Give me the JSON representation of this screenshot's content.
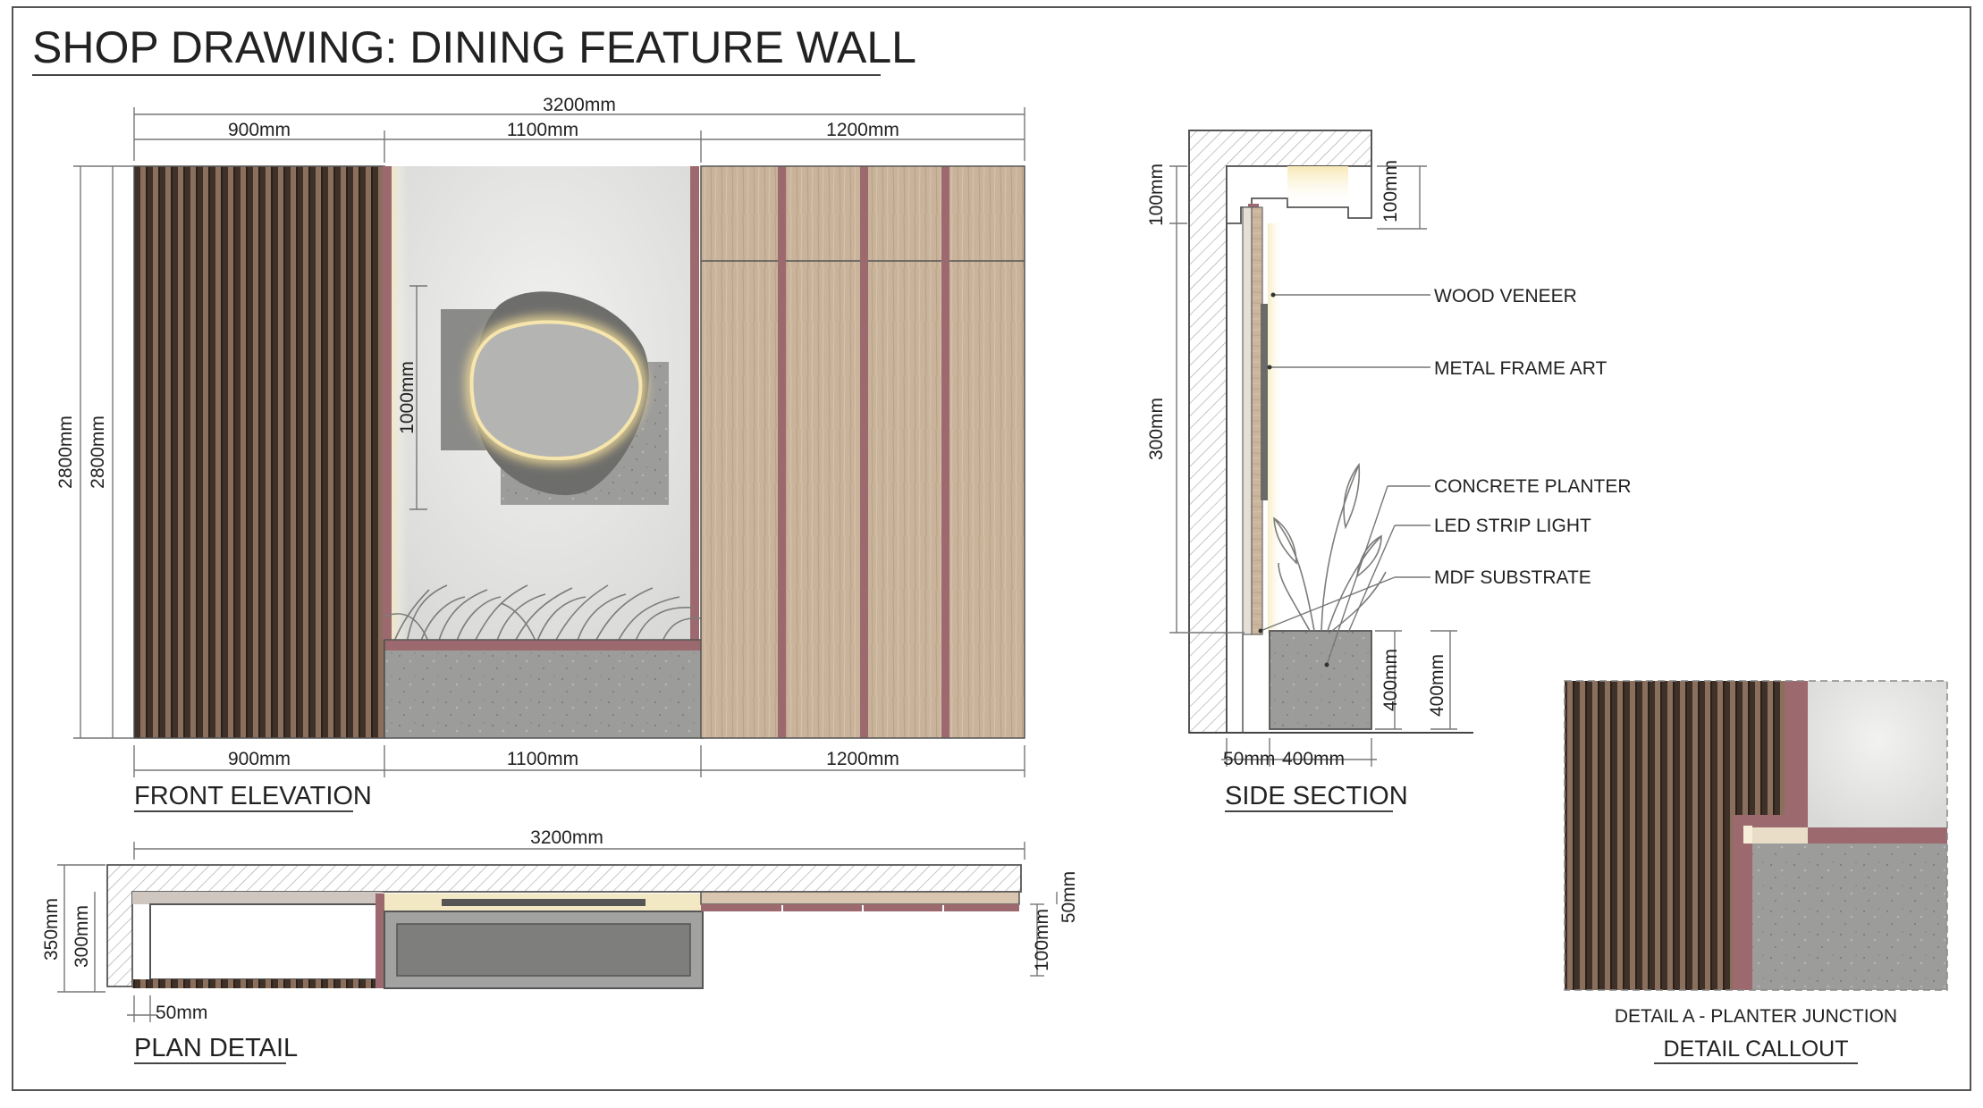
{
  "title": "SHOP DRAWING: DINING FEATURE WALL",
  "colors": {
    "slat_dark": "#4a3a30",
    "slat_light": "#8a6f5c",
    "plaster": "#e6e6e4",
    "oak": "#cbb59d",
    "reveal": "#9c6a6e",
    "concrete": "#9a9a98",
    "led_glow": "#f4e7b8",
    "hatch": "#999999"
  },
  "front_elevation": {
    "heading": "FRONT ELEVATION",
    "overall_width": "3200mm",
    "segments": [
      "900mm",
      "1100mm",
      "1200mm"
    ],
    "height_outer": "2800mm",
    "height_inner": "2800mm",
    "art_height": "1000mm"
  },
  "side_section": {
    "heading": "SIDE SECTION",
    "top_left_dim": "100mm",
    "top_right_dim": "100mm",
    "mid_dim": "300mm",
    "planter_dim_a": "400mm",
    "planter_dim_b": "400mm",
    "bottom_dim_a": "50mm",
    "bottom_dim_b": "400mm",
    "labels": [
      "WOOD VENEER",
      "METAL FRAME ART",
      "CONCRETE PLANTER",
      "LED STRIP LIGHT",
      "MDF SUBSTRATE"
    ]
  },
  "plan_detail": {
    "heading": "PLAN DETAIL",
    "overall_width": "3200mm",
    "depth_outer": "350mm",
    "depth_inner": "300mm",
    "right_dim_a": "100mm",
    "right_dim_b": "50mm",
    "bottom_dim": "50mm"
  },
  "detail_callout": {
    "caption": "DETAIL A - PLANTER JUNCTION",
    "heading": "DETAIL CALLOUT"
  }
}
